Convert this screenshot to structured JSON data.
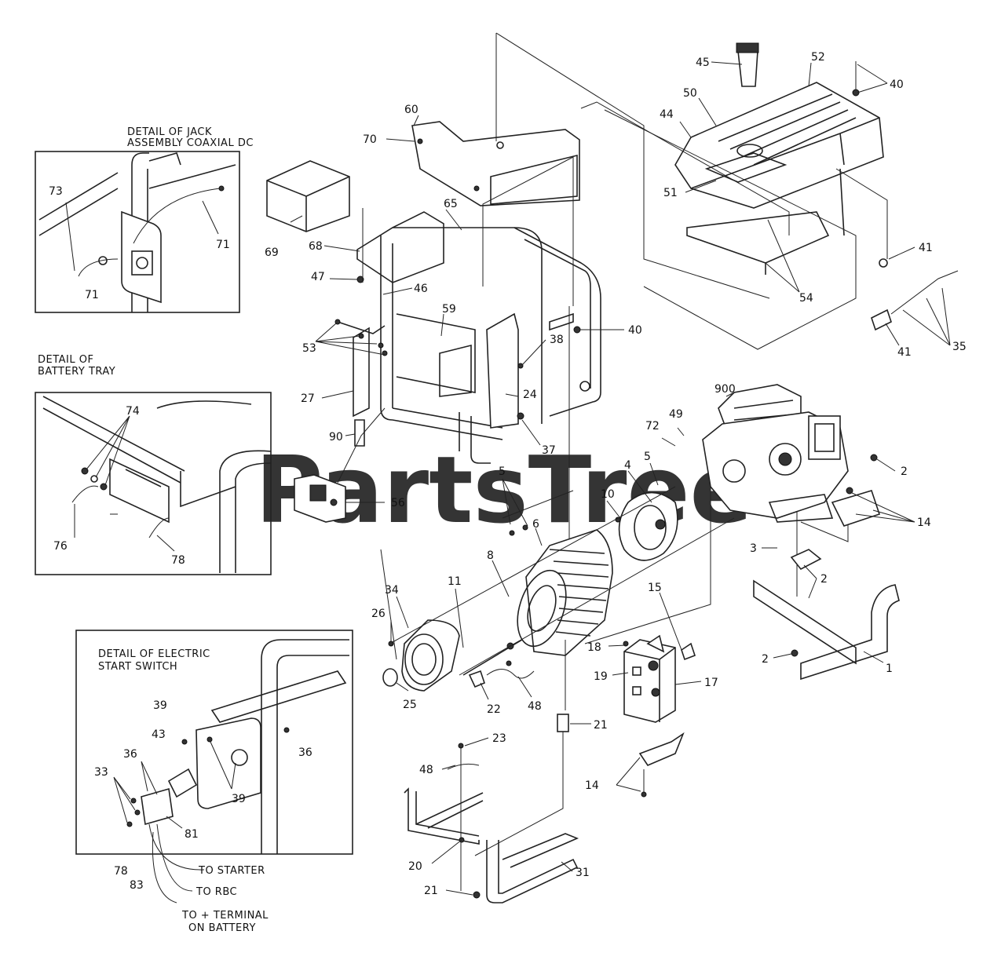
{
  "watermark": "PartsTree",
  "detail_boxes": {
    "jack": {
      "title_line1": "DETAIL OF JACK",
      "title_line2": "ASSEMBLY COAXIAL DC"
    },
    "battery": {
      "title_line1": "DETAIL OF",
      "title_line2": "BATTERY TRAY"
    },
    "start_switch": {
      "title_line1": "DETAIL OF ELECTRIC",
      "title_line2": "START SWITCH"
    }
  },
  "notes": {
    "to_starter": "TO STARTER",
    "to_rbc": "TO RBC",
    "to_terminal_line1": "TO + TERMINAL",
    "to_terminal_line2": "ON BATTERY"
  },
  "callouts": [
    {
      "id": "c73",
      "t": "73"
    },
    {
      "id": "c71a",
      "t": "71"
    },
    {
      "id": "c71b",
      "t": "71"
    },
    {
      "id": "c74",
      "t": "74"
    },
    {
      "id": "c76",
      "t": "76"
    },
    {
      "id": "c78a",
      "t": "78"
    },
    {
      "id": "c39a",
      "t": "39"
    },
    {
      "id": "c43",
      "t": "43"
    },
    {
      "id": "c36a",
      "t": "36"
    },
    {
      "id": "c36b",
      "t": "36"
    },
    {
      "id": "c33",
      "t": "33"
    },
    {
      "id": "c39b",
      "t": "39"
    },
    {
      "id": "c81",
      "t": "81"
    },
    {
      "id": "c78b",
      "t": "78"
    },
    {
      "id": "c83",
      "t": "83"
    },
    {
      "id": "c60",
      "t": "60"
    },
    {
      "id": "c70",
      "t": "70"
    },
    {
      "id": "c69",
      "t": "69"
    },
    {
      "id": "c68",
      "t": "68"
    },
    {
      "id": "c65",
      "t": "65"
    },
    {
      "id": "c47",
      "t": "47"
    },
    {
      "id": "c46",
      "t": "46"
    },
    {
      "id": "c59",
      "t": "59"
    },
    {
      "id": "c53",
      "t": "53"
    },
    {
      "id": "c27",
      "t": "27"
    },
    {
      "id": "c90",
      "t": "90"
    },
    {
      "id": "c24",
      "t": "24"
    },
    {
      "id": "c38",
      "t": "38"
    },
    {
      "id": "c37",
      "t": "37"
    },
    {
      "id": "c40b",
      "t": "40"
    },
    {
      "id": "c56",
      "t": "56"
    },
    {
      "id": "c45",
      "t": "45"
    },
    {
      "id": "c52",
      "t": "52"
    },
    {
      "id": "c40a",
      "t": "40"
    },
    {
      "id": "c50",
      "t": "50"
    },
    {
      "id": "c44",
      "t": "44"
    },
    {
      "id": "c51",
      "t": "51"
    },
    {
      "id": "c54",
      "t": "54"
    },
    {
      "id": "c41a",
      "t": "41"
    },
    {
      "id": "c41b",
      "t": "41"
    },
    {
      "id": "c35",
      "t": "35"
    },
    {
      "id": "c900",
      "t": "900"
    },
    {
      "id": "c49",
      "t": "49"
    },
    {
      "id": "c72",
      "t": "72"
    },
    {
      "id": "c2a",
      "t": "2"
    },
    {
      "id": "c14a",
      "t": "14"
    },
    {
      "id": "c5a",
      "t": "5"
    },
    {
      "id": "c5b",
      "t": "5"
    },
    {
      "id": "c4",
      "t": "4"
    },
    {
      "id": "c10",
      "t": "10"
    },
    {
      "id": "c3",
      "t": "3"
    },
    {
      "id": "c2b",
      "t": "2"
    },
    {
      "id": "c2c",
      "t": "2"
    },
    {
      "id": "c6",
      "t": "6"
    },
    {
      "id": "c8",
      "t": "8"
    },
    {
      "id": "c11",
      "t": "11"
    },
    {
      "id": "c34",
      "t": "34"
    },
    {
      "id": "c26",
      "t": "26"
    },
    {
      "id": "c25",
      "t": "25"
    },
    {
      "id": "c15",
      "t": "15"
    },
    {
      "id": "c18",
      "t": "18"
    },
    {
      "id": "c19",
      "t": "19"
    },
    {
      "id": "c17",
      "t": "17"
    },
    {
      "id": "c22",
      "t": "22"
    },
    {
      "id": "c48a",
      "t": "48"
    },
    {
      "id": "c21a",
      "t": "21"
    },
    {
      "id": "c23",
      "t": "23"
    },
    {
      "id": "c48b",
      "t": "48"
    },
    {
      "id": "c14b",
      "t": "14"
    },
    {
      "id": "c1",
      "t": "1"
    },
    {
      "id": "c20",
      "t": "20"
    },
    {
      "id": "c31",
      "t": "31"
    },
    {
      "id": "c21b",
      "t": "21"
    }
  ]
}
